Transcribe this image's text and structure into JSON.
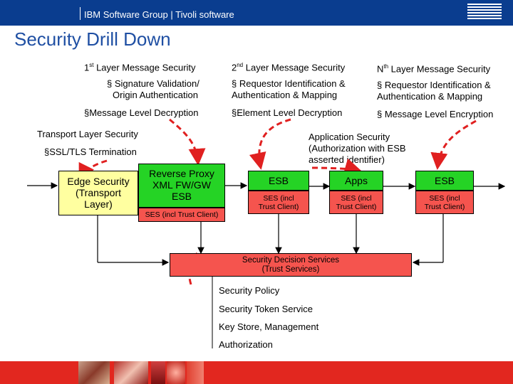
{
  "header": {
    "title": "IBM Software Group | Tivoli software",
    "logo_text": "IBM"
  },
  "page_title": "Security Drill Down",
  "columns": [
    {
      "heading_pre": "1",
      "heading_sup": "st",
      "heading_post": " Layer Message Security",
      "item1_line1": "§ Signature Validation/",
      "item1_line2": "Origin Authentication",
      "item2": "§Message Level Decryption"
    },
    {
      "heading_pre": "2",
      "heading_sup": "nd",
      "heading_post": " Layer Message Security",
      "item1_line1": "§ Requestor Identification &",
      "item1_line2": "Authentication & Mapping",
      "item2": "§Element Level Decryption"
    },
    {
      "heading_pre": "N",
      "heading_sup": "th",
      "heading_post": " Layer Message Security",
      "item1_line1": "§ Requestor Identification &",
      "item1_line2": "Authentication & Mapping",
      "item2": "§ Message Level Encryption"
    }
  ],
  "transport": {
    "title": "Transport Layer Security",
    "item": "§SSL/TLS Termination"
  },
  "app_security": {
    "line1": "Application Security",
    "line2": "(Authorization with ESB",
    "line3": "asserted identifier)"
  },
  "boxes": {
    "edge": {
      "line1": "Edge Security",
      "line2": "(Transport",
      "line3": "Layer)"
    },
    "proxy": {
      "line1": "Reverse Proxy",
      "line2": "XML FW/GW",
      "line3": "ESB",
      "ses": "SES (incl Trust Client)"
    },
    "esb1": {
      "label": "ESB",
      "ses1": "SES (incl",
      "ses2": "Trust Client)"
    },
    "apps": {
      "label": "Apps",
      "ses1": "SES (incl",
      "ses2": "Trust Client)"
    },
    "esb2": {
      "label": "ESB",
      "ses1": "SES (incl",
      "ses2": "Trust Client)"
    },
    "sds": {
      "line1": "Security Decision Services",
      "line2": "(Trust Services)"
    }
  },
  "services": [
    "Security Policy",
    "Security Token Service",
    "Key Store, Management",
    "Authorization"
  ],
  "colors": {
    "header": "#0a3d8f",
    "title": "#1f4fa3",
    "green_box": "#25d325",
    "yellow_box": "#ffffa0",
    "red_box": "#f5544e",
    "dashed_arrow": "#e02020",
    "footer": "#e2271f"
  }
}
